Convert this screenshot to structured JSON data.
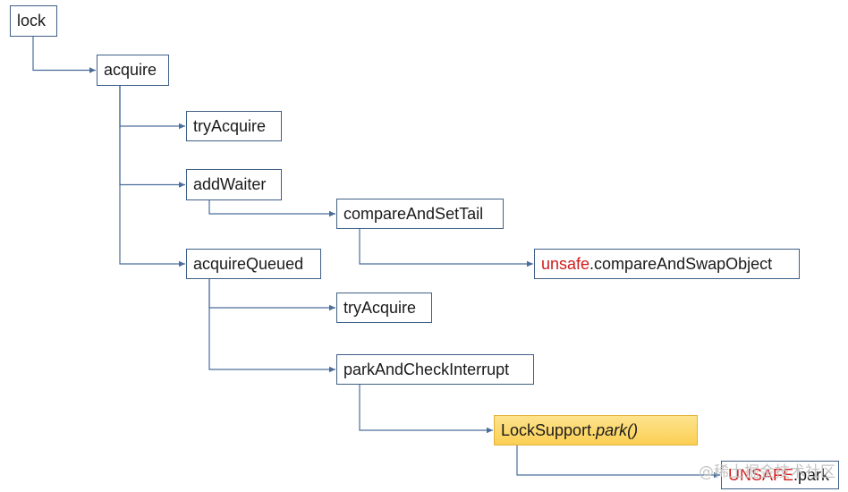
{
  "diagram": {
    "nodes": {
      "lock": {
        "label": "lock"
      },
      "acquire": {
        "label": "acquire"
      },
      "try_acquire_1": {
        "label": "tryAcquire"
      },
      "add_waiter": {
        "label": "addWaiter"
      },
      "compare_and_set_tail": {
        "label": "compareAndSetTail"
      },
      "unsafe_cas": {
        "prefix": "unsafe",
        "label": ".compareAndSwapObject"
      },
      "acquire_queued": {
        "label": "acquireQueued"
      },
      "try_acquire_2": {
        "label": "tryAcquire"
      },
      "park_and_check_interrupt": {
        "label": "parkAndCheckInterrupt"
      },
      "lock_support_park": {
        "prefix": "LockSupport.",
        "label": "park()"
      },
      "unsafe_park": {
        "prefix": "UNSAFE",
        "label": ".park"
      }
    },
    "edges": [
      [
        "lock",
        "acquire"
      ],
      [
        "acquire",
        "try_acquire_1"
      ],
      [
        "acquire",
        "add_waiter"
      ],
      [
        "acquire",
        "acquire_queued"
      ],
      [
        "add_waiter",
        "compare_and_set_tail"
      ],
      [
        "compare_and_set_tail",
        "unsafe_cas"
      ],
      [
        "acquire_queued",
        "try_acquire_2"
      ],
      [
        "acquire_queued",
        "park_and_check_interrupt"
      ],
      [
        "park_and_check_interrupt",
        "lock_support_park"
      ],
      [
        "lock_support_park",
        "unsafe_park"
      ]
    ],
    "colors": {
      "line": "#4a6d9a",
      "box_border": "#3f5f86",
      "highlight_fill": "#fbd666",
      "accent_red": "#d11b1b"
    }
  },
  "watermark": "@稀土掘金技术社区"
}
